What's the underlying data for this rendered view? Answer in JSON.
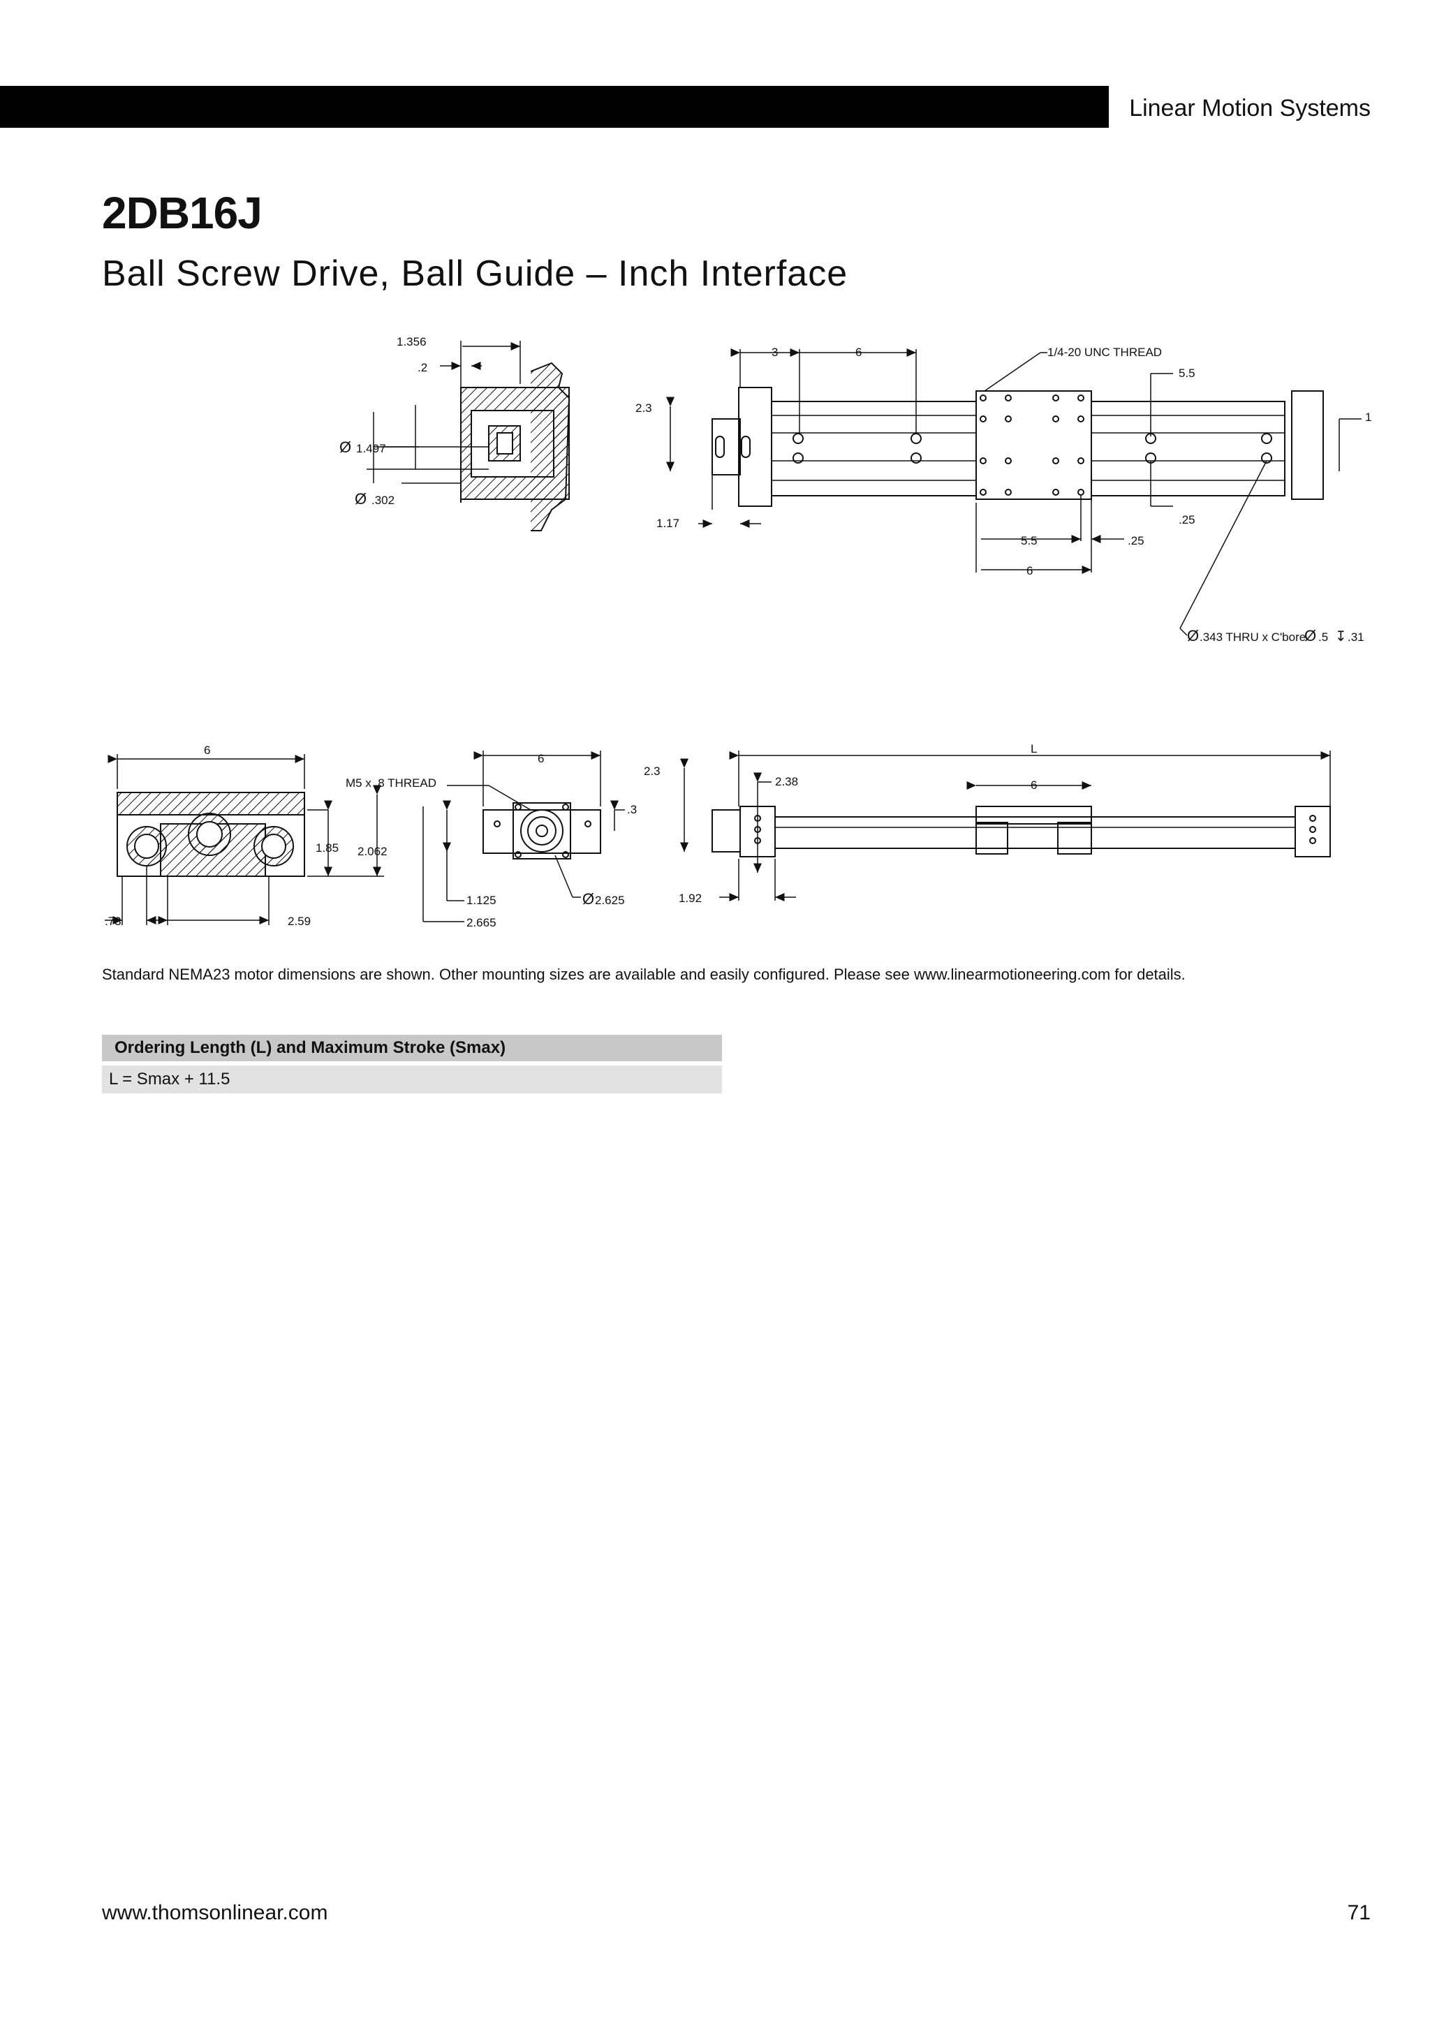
{
  "header": {
    "title": "Linear Motion Systems"
  },
  "product": {
    "code": "2DB16J",
    "subtitle": "Ball Screw Drive, Ball Guide – Inch Interface"
  },
  "drawings": {
    "end_section": {
      "d_top_overall": "1.356",
      "d_top_small": ".2",
      "d_dia_large": "1.497",
      "d_dia_small": ".302"
    },
    "top_view": {
      "d_3": "3",
      "d_6_top": "6",
      "thread_note": "1/4-20 UNC THREAD",
      "d_5_5_right": "5.5",
      "d_2_3": "2.3",
      "d_1": "1",
      "d_1_17": "1.17",
      "d_25_right": ".25",
      "d_5_5_bottom": "5.5",
      "d_25_bottom": ".25",
      "d_6_bottom": "6",
      "hole_note_a": ".343 THRU x C'bore",
      "hole_note_b": ".5",
      "hole_note_c": ".31"
    },
    "front_section": {
      "d_6": "6",
      "d_1_85": "1.85",
      "d_2_062": "2.062",
      "d_73": ".73",
      "d_2_59": "2.59"
    },
    "motor_end": {
      "d_6": "6",
      "thread_note": "M5 x .8 THREAD",
      "d_3": ".3",
      "d_1_125": "1.125",
      "d_2_625": "2.625",
      "d_2_665": "2.665"
    },
    "side_view": {
      "d_2_3": "2.3",
      "d_2_38": "2.38",
      "d_L": "L",
      "d_6": "6",
      "d_1_92": "1.92"
    }
  },
  "note": "Standard NEMA23 motor dimensions are shown.  Other mounting sizes are available and easily configured.  Please see www.linearmotioneering.com for details.",
  "ordering_table": {
    "header": "Ordering Length (L) and Maximum Stroke (Smax)",
    "rows": [
      "L = Smax + 11.5"
    ]
  },
  "footer": {
    "url": "www.thomsonlinear.com",
    "page_number": "71"
  }
}
